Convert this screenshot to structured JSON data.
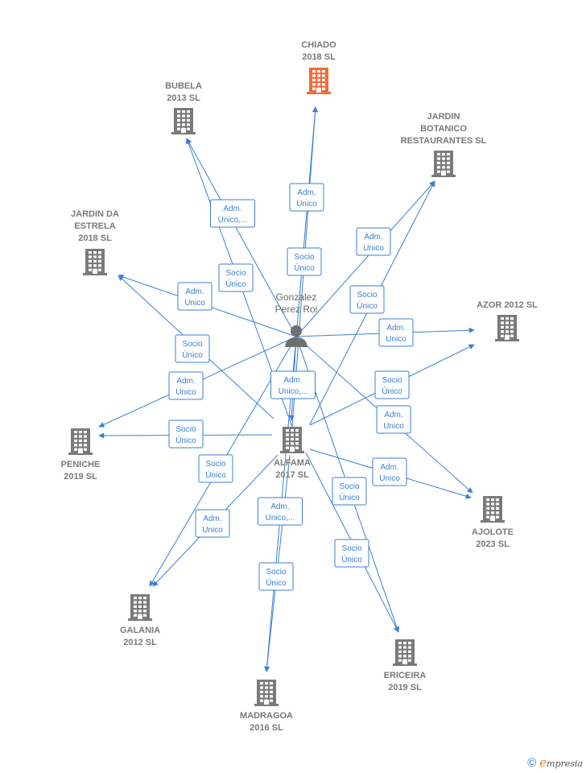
{
  "colors": {
    "edge": "#3a7fd5",
    "building": "#7a7a7a",
    "highlight": "#f26b3a",
    "person": "#6f6f6f"
  },
  "person": {
    "lines": [
      "Gonzalez",
      "Perez Roi"
    ]
  },
  "companies": [
    {
      "id": "chiado",
      "lines": [
        "CHIADO",
        "2018  SL"
      ],
      "highlight": true
    },
    {
      "id": "bubela",
      "lines": [
        "BUBELA",
        "2013  SL"
      ]
    },
    {
      "id": "jardin-botanico",
      "lines": [
        "JARDIN",
        "BOTANICO",
        "RESTAURANTES SL"
      ]
    },
    {
      "id": "jardin-estrela",
      "lines": [
        "JARDIN DA",
        "ESTRELA",
        "2018  SL"
      ]
    },
    {
      "id": "azor",
      "lines": [
        "AZOR 2012 SL"
      ]
    },
    {
      "id": "peniche",
      "lines": [
        "PENICHE",
        "2019  SL"
      ]
    },
    {
      "id": "alfama",
      "lines": [
        "ALFAMA",
        "2017  SL"
      ]
    },
    {
      "id": "ajolote",
      "lines": [
        "AJOLOTE",
        "2023  SL"
      ]
    },
    {
      "id": "galania",
      "lines": [
        "GALANIA",
        "2012 SL"
      ]
    },
    {
      "id": "ericeira",
      "lines": [
        "ERICEIRA",
        "2019  SL"
      ]
    },
    {
      "id": "madragoa",
      "lines": [
        "MADRAGOA",
        "2016  SL"
      ]
    }
  ],
  "edge_labels": [
    {
      "id": "b1",
      "lines": [
        "Adm.",
        "Unico"
      ]
    },
    {
      "id": "b2",
      "lines": [
        "Adm.",
        "Unico,..."
      ]
    },
    {
      "id": "b3",
      "lines": [
        "Socio",
        "Único"
      ]
    },
    {
      "id": "b4",
      "lines": [
        "Adm.",
        "Unico"
      ]
    },
    {
      "id": "b5",
      "lines": [
        "Socio",
        "Único"
      ]
    },
    {
      "id": "b6",
      "lines": [
        "Adm.",
        "Unico"
      ]
    },
    {
      "id": "b7",
      "lines": [
        "Socio",
        "Único"
      ]
    },
    {
      "id": "b8",
      "lines": [
        "Adm.",
        "Unico"
      ]
    },
    {
      "id": "b9",
      "lines": [
        "Socio",
        "Único"
      ]
    },
    {
      "id": "b10",
      "lines": [
        "Adm.",
        "Unico"
      ]
    },
    {
      "id": "b11",
      "lines": [
        "Adm.",
        "Unico,..."
      ]
    },
    {
      "id": "b12",
      "lines": [
        "Socio",
        "Único"
      ]
    },
    {
      "id": "b13",
      "lines": [
        "Socio",
        "Único"
      ]
    },
    {
      "id": "b14",
      "lines": [
        "Adm.",
        "Unico"
      ]
    },
    {
      "id": "b15",
      "lines": [
        "Socio",
        "Único"
      ]
    },
    {
      "id": "b16",
      "lines": [
        "Adm.",
        "Unico"
      ]
    },
    {
      "id": "b17",
      "lines": [
        "Socio",
        "Único"
      ]
    },
    {
      "id": "b18",
      "lines": [
        "Adm.",
        "Unico,..."
      ]
    },
    {
      "id": "b19",
      "lines": [
        "Adm.",
        "Unico"
      ]
    },
    {
      "id": "b20",
      "lines": [
        "Socio",
        "Único"
      ]
    },
    {
      "id": "b21",
      "lines": [
        "Socio",
        "Único"
      ]
    }
  ],
  "footer": {
    "copyright": "©",
    "brand_initial": "e",
    "brand_rest": "mpresia"
  }
}
